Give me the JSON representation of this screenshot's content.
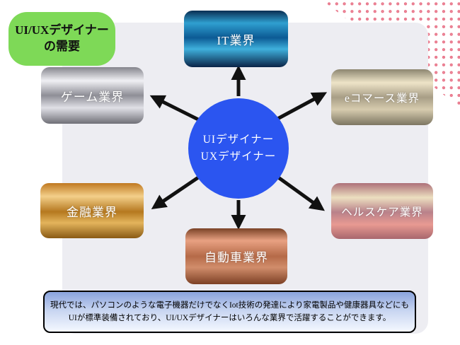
{
  "page": {
    "background": "#ffffff",
    "panel_background": "#ededf2"
  },
  "title_badge": {
    "line1": "UI/UXデザイナー",
    "line2": "の需要",
    "background": "#7ed957",
    "text_color": "#111111"
  },
  "center_node": {
    "line1": "UIデザイナー",
    "line2": "UXデザイナー",
    "background": "#2b55f0",
    "text_color": "#ffffff"
  },
  "industries": [
    {
      "id": "it",
      "label": "IT業界",
      "gradient": [
        "#0a2e52 0%",
        "#2f9fd0 22%",
        "#0c5a94 48%",
        "#3fb0dc 68%",
        "#0a2448 100%"
      ]
    },
    {
      "id": "game",
      "label": "ゲーム業界",
      "gradient": [
        "#84848c 0%",
        "#f0f0f4 24%",
        "#8e8e96 50%",
        "#e0e0e6 72%",
        "#6f6f77 100%"
      ]
    },
    {
      "id": "ecommerce",
      "label": "eコマース業界",
      "gradient": [
        "#8c8570 0%",
        "#eee4c8 24%",
        "#a89e86 50%",
        "#d6cbae 72%",
        "#7d7662 100%"
      ]
    },
    {
      "id": "finance",
      "label": "金融業界",
      "gradient": [
        "#c07820 0%",
        "#f3cf8a 24%",
        "#b5781f 52%",
        "#e3b45c 72%",
        "#8a5a14 100%"
      ]
    },
    {
      "id": "healthcare",
      "label": "ヘルスケア業界",
      "gradient": [
        "#ad7079 0%",
        "#ecdfc0 26%",
        "#b9818a 52%",
        "#e89a92 74%",
        "#a8666d 100%"
      ]
    },
    {
      "id": "automotive",
      "label": "自動車業界",
      "gradient": [
        "#7a4226 0%",
        "#e8a182 22%",
        "#b56a48 50%",
        "#d18d6b 70%",
        "#7c4024 100%"
      ]
    }
  ],
  "note": {
    "line1": "現代では、パソコンのような電子機器だけでなくIot技術の発達により家電製品や健康器具などにも",
    "line2": "UIが標準装備されており、UI/UXデザイナーはいろんな業界で活躍することができます。"
  },
  "decoration": {
    "dot_color": "#e87186",
    "arrow_color": "#111111"
  }
}
